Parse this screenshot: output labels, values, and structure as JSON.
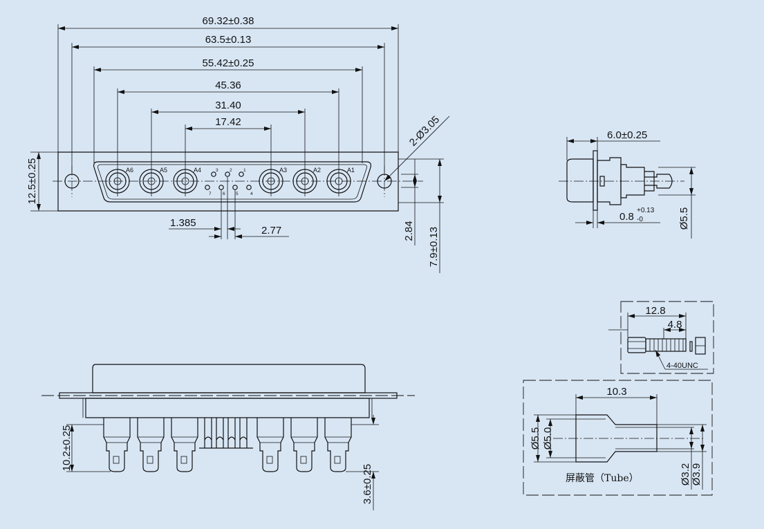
{
  "dimensions": {
    "overall_width": "69.32±0.38",
    "hole_spacing": "63.5±0.13",
    "shell_width": "55.42±0.25",
    "outer_pin_span": "45.36",
    "middle_pin_span": "31.40",
    "inner_pin_span": "17.42",
    "mount_hole": "2-Ø3.05",
    "flange_height": "12.5±0.25",
    "signal_half_pitch": "1.385",
    "signal_pitch": "2.77",
    "shell_inner_height": "2.84",
    "shell_outer_height": "7.9±0.13",
    "side_depth": "6.0±0.25",
    "flange_thickness": "0.8",
    "flange_thickness_tol_upper": "+0.13",
    "flange_thickness_tol_lower": "-0",
    "side_pin_diameter": "Ø5.5",
    "rear_pin_length": "10.2±0.25",
    "rear_tail_length": "3.6±0.25",
    "screw_length": "12.8",
    "screw_thread_length": "4.8",
    "screw_thread": "4-40UNC",
    "tube_length": "10.3",
    "tube_outer_large": "Ø5.5",
    "tube_inner_large": "Ø5.0",
    "tube_outer_small": "Ø3.9",
    "tube_inner_small": "Ø3.2",
    "tube_label": "屏蔽管（Tube）"
  },
  "pins": {
    "power": [
      "A6",
      "A5",
      "A4",
      "A3",
      "A2",
      "A1"
    ],
    "signal": [
      "1",
      "2",
      "3",
      "4",
      "5",
      "6",
      "7"
    ]
  }
}
